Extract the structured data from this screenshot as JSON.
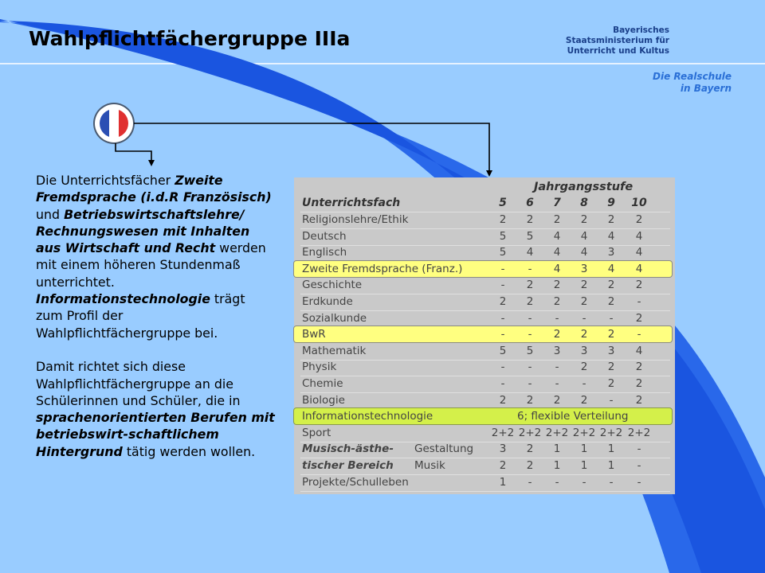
{
  "header": {
    "title": "Wahlpflichtfächergruppe IIIa",
    "ministry_lines": [
      "Bayerisches",
      "Staatsministerium für",
      "Unterricht und Kultus"
    ],
    "school_lines": [
      "Die Realschule",
      "in Bayern"
    ]
  },
  "colors": {
    "background": "#99ccff",
    "accent_blue": "#1f5fe8",
    "highlight_yellow": "#ffff80",
    "highlight_green": "#d4f04a",
    "flag_blue": "#2b4fb3",
    "flag_red": "#e03030"
  },
  "flag": {
    "icon": "french-flag-icon"
  },
  "text": {
    "p1": [
      {
        "t": "Die Unterrichtsfächer ",
        "em": false
      },
      {
        "t": "Zweite Fremdsprache (i.d.R Französisch)",
        "em": true
      },
      {
        "t": " und ",
        "em": false
      },
      {
        "t": "Betriebswirtschaftslehre/ Rechnungswesen mit Inhalten aus Wirtschaft und Recht",
        "em": true
      },
      {
        "t": " werden mit einem höheren Stundenmaß unterrichtet. ",
        "em": false
      },
      {
        "t": "Informationstechnologie",
        "em": true
      },
      {
        "t": " trägt zum Profil der Wahlpflichtfächergruppe bei.",
        "em": false
      }
    ],
    "p2": [
      {
        "t": "Damit richtet sich diese Wahlpflichtfächergruppe an die Schülerinnen und Schüler, die in ",
        "em": false
      },
      {
        "t": "sprachenorientierten Berufen mit betriebswirt-schaftlichem Hintergrund",
        "em": true
      },
      {
        "t": " tätig werden wollen.",
        "em": false
      }
    ]
  },
  "table": {
    "caption": "Jahrgangsstufe",
    "subject_header": "Unterrichtsfach",
    "grades": [
      "5",
      "6",
      "7",
      "8",
      "9",
      "10"
    ],
    "rows": [
      {
        "name": "Religionslehre/Ethik",
        "values": [
          "2",
          "2",
          "2",
          "2",
          "2",
          "2"
        ]
      },
      {
        "name": "Deutsch",
        "values": [
          "5",
          "5",
          "4",
          "4",
          "4",
          "4"
        ]
      },
      {
        "name": "Englisch",
        "values": [
          "5",
          "4",
          "4",
          "4",
          "3",
          "4"
        ]
      },
      {
        "name": "Zweite Fremdsprache (Franz.)",
        "values": [
          "-",
          "-",
          "4",
          "3",
          "4",
          "4"
        ],
        "highlight": "yellow"
      },
      {
        "name": "Geschichte",
        "values": [
          "-",
          "2",
          "2",
          "2",
          "2",
          "2"
        ]
      },
      {
        "name": "Erdkunde",
        "values": [
          "2",
          "2",
          "2",
          "2",
          "2",
          "-"
        ]
      },
      {
        "name": "Sozialkunde",
        "values": [
          "-",
          "-",
          "-",
          "-",
          "-",
          "2"
        ]
      },
      {
        "name": "BwR",
        "values": [
          "-",
          "-",
          "2",
          "2",
          "2",
          "-"
        ],
        "highlight": "yellow"
      },
      {
        "name": "Mathematik",
        "values": [
          "5",
          "5",
          "3",
          "3",
          "3",
          "4"
        ]
      },
      {
        "name": "Physik",
        "values": [
          "-",
          "-",
          "-",
          "2",
          "2",
          "2"
        ]
      },
      {
        "name": "Chemie",
        "values": [
          "-",
          "-",
          "-",
          "-",
          "2",
          "2"
        ]
      },
      {
        "name": "Biologie",
        "values": [
          "2",
          "2",
          "2",
          "2",
          "-",
          "2"
        ]
      },
      {
        "name": "Informationstechnologie",
        "span": "6; flexible Verteilung",
        "highlight": "green"
      },
      {
        "name": "Sport",
        "values": [
          "2+2",
          "2+2",
          "2+2",
          "2+2",
          "2+2",
          "2+2"
        ]
      },
      {
        "name": "Musisch-ästhe-",
        "sub": "Gestaltung",
        "values": [
          "3",
          "2",
          "1",
          "1",
          "1",
          "-"
        ],
        "name_style": "bold-italic"
      },
      {
        "name": "tischer Bereich",
        "sub": "Musik",
        "values": [
          "2",
          "2",
          "1",
          "1",
          "1",
          "-"
        ],
        "name_style": "bold-italic"
      },
      {
        "name": "Projekte/Schulleben",
        "values": [
          "1",
          "-",
          "-",
          "-",
          "-",
          "-"
        ]
      }
    ]
  }
}
